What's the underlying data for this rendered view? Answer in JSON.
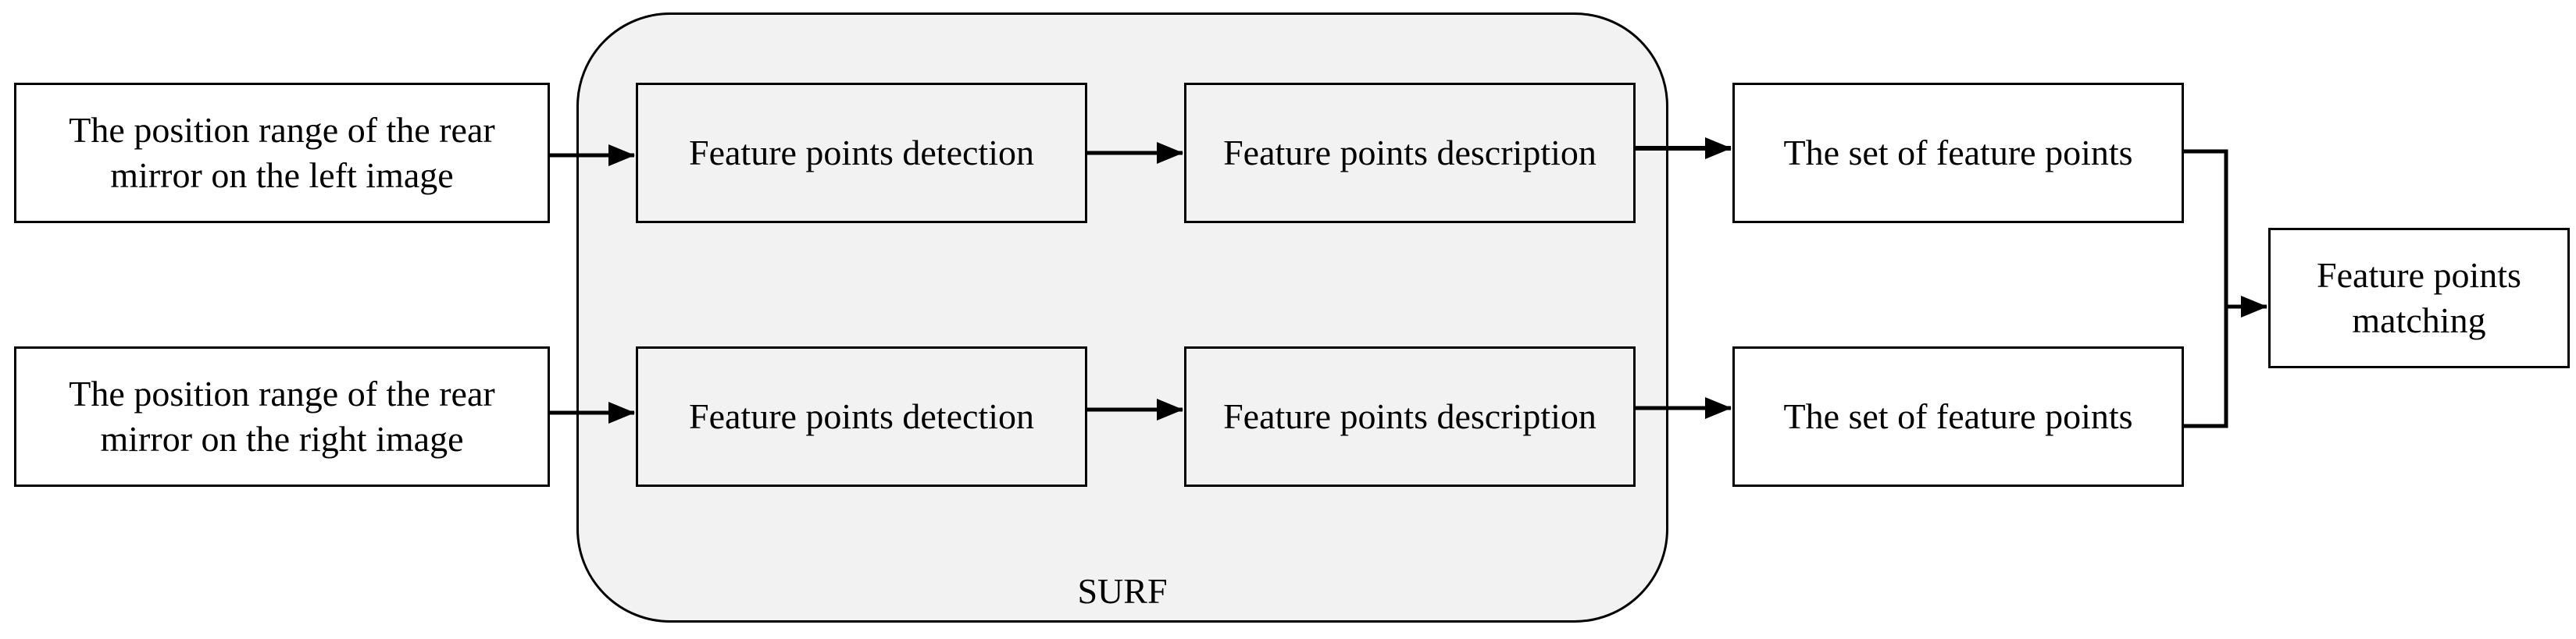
{
  "diagram": {
    "group_label": "SURF",
    "left_input": "The position range of the rear mirror on the left image",
    "right_input": "The position range of the rear mirror on the right image",
    "detection_top": "Feature points detection",
    "detection_bottom": "Feature points detection",
    "description_top": "Feature points description",
    "description_bottom": "Feature points description",
    "set_top": "The set of feature points",
    "set_bottom": "The set of feature points",
    "matching": "Feature points matching"
  }
}
